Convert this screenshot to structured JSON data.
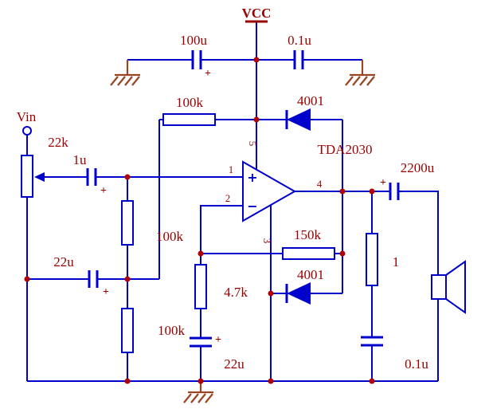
{
  "meta": {
    "description": "TDA2030 single-supply audio power amplifier schematic"
  },
  "colors": {
    "wire": "#0000CC",
    "label": "#990000",
    "junction": "#B30000",
    "ground": "#994422"
  },
  "power": {
    "vcc": "VCC"
  },
  "input": {
    "vin": "Vin"
  },
  "opamp": {
    "name": "TDA2030",
    "plus": "+",
    "minus": "−",
    "pin1": "1",
    "pin2": "2",
    "pin3": "3",
    "pin4": "4",
    "pin5": "5"
  },
  "components": {
    "c_supply_bulk": {
      "label": "100u",
      "plus": "+"
    },
    "c_supply_hf": {
      "label": "0.1u"
    },
    "r_bias_top": {
      "label": "100k"
    },
    "d_clamp_top": {
      "label": "4001"
    },
    "pot_input": {
      "label": "22k"
    },
    "c_input": {
      "label": "1u",
      "plus": "+"
    },
    "r_bias_mid": {
      "label": "100k"
    },
    "c_bias": {
      "label": "22u",
      "plus": "+"
    },
    "r_bias_bot": {
      "label": "100k"
    },
    "r_feedback": {
      "label": "150k"
    },
    "r_gain": {
      "label": "4.7k"
    },
    "d_clamp_bot": {
      "label": "4001"
    },
    "c_gain": {
      "label": "22u",
      "plus": "+"
    },
    "c_output": {
      "label": "2200u",
      "plus": "+"
    },
    "r_zobel": {
      "label": "1"
    },
    "c_zobel": {
      "label": "0.1u"
    }
  }
}
